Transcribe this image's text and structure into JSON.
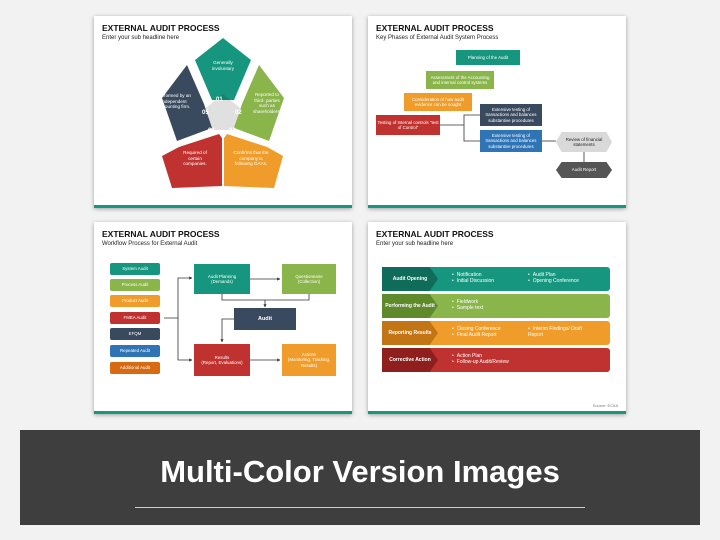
{
  "slides": [
    {
      "title": "EXTERNAL AUDIT PROCESS",
      "subtitle": "Enter your sub headline here",
      "segments": [
        {
          "number": "01",
          "text": "Generally involuntary",
          "color": "#17967f"
        },
        {
          "number": "02",
          "text": "Reported to third- parties such as shareholders.",
          "color": "#8ab54a"
        },
        {
          "number": "03",
          "text": "Confirms that the company is following GAAs.",
          "color": "#f09c2a"
        },
        {
          "number": "04",
          "text": "Required of certain companies.",
          "color": "#c0322f"
        },
        {
          "number": "05",
          "text": "Performed by an independent accounting firm.",
          "color": "#3a4a5e"
        }
      ]
    },
    {
      "title": "EXTERNAL AUDIT PROCESS",
      "subtitle": "Key Phases of External Audit System Process",
      "steps": [
        "Planning of the Audit",
        "Assessment of the Accounting and internal control systems",
        "Consideration of how audit evidence can be sought",
        "Testing of Internal controls \"test of Control\"",
        "Extensive testing of transactions and balances substantive procedures",
        "Extensive testing of transactions and balances substantive procedures",
        "Review of financial statements",
        "Audit Report"
      ]
    },
    {
      "title": "EXTERNAL AUDIT PROCESS",
      "subtitle": "Workflow Process for External Audit",
      "left_items": [
        "System Audit",
        "Process Audit",
        "Product Audit",
        "FMEA Audit",
        "EFQM",
        "Repeated Audit",
        "Additional Audit"
      ],
      "audit_planning": {
        "title": "Audit Planning",
        "detail": "(Demands)"
      },
      "questionnaire": {
        "title": "Questionnaire",
        "detail": "(Collection)"
      },
      "audit": "Audit",
      "results": {
        "title": "Results",
        "detail": "(Report, Evaluations)"
      },
      "actions": {
        "title": "Actions",
        "detail": "(Monitoring, Tracking, Results)"
      }
    },
    {
      "title": "EXTERNAL AUDIT PROCESS",
      "subtitle": "Enter your sub headline here",
      "rows": [
        {
          "label": "Audit Opening",
          "col1": [
            "Notification",
            "Initial Discussion"
          ],
          "col2": [
            "Audit Plan",
            "Opening Conference"
          ]
        },
        {
          "label": "Performing the Audit",
          "col1": [
            "Fieldwork",
            "Sample text"
          ],
          "col2": []
        },
        {
          "label": "Reporting Results",
          "col1": [
            "Closing Conference",
            "Final Audit Report"
          ],
          "col2": [
            "Interim Findings/ Draft Report"
          ]
        },
        {
          "label": "Corrective Action",
          "col1": [
            "Action Plan",
            "Follow-up Audit/Review"
          ],
          "col2": []
        }
      ],
      "source": "Source: ECIIA"
    }
  ],
  "banner": {
    "title": "Multi-Color Version Images"
  },
  "colors": {
    "teal": "#17967f",
    "green": "#8ab54a",
    "orange": "#f09c2a",
    "red": "#c0322f",
    "navy": "#3a4a5e",
    "blue": "#2f74b5"
  }
}
